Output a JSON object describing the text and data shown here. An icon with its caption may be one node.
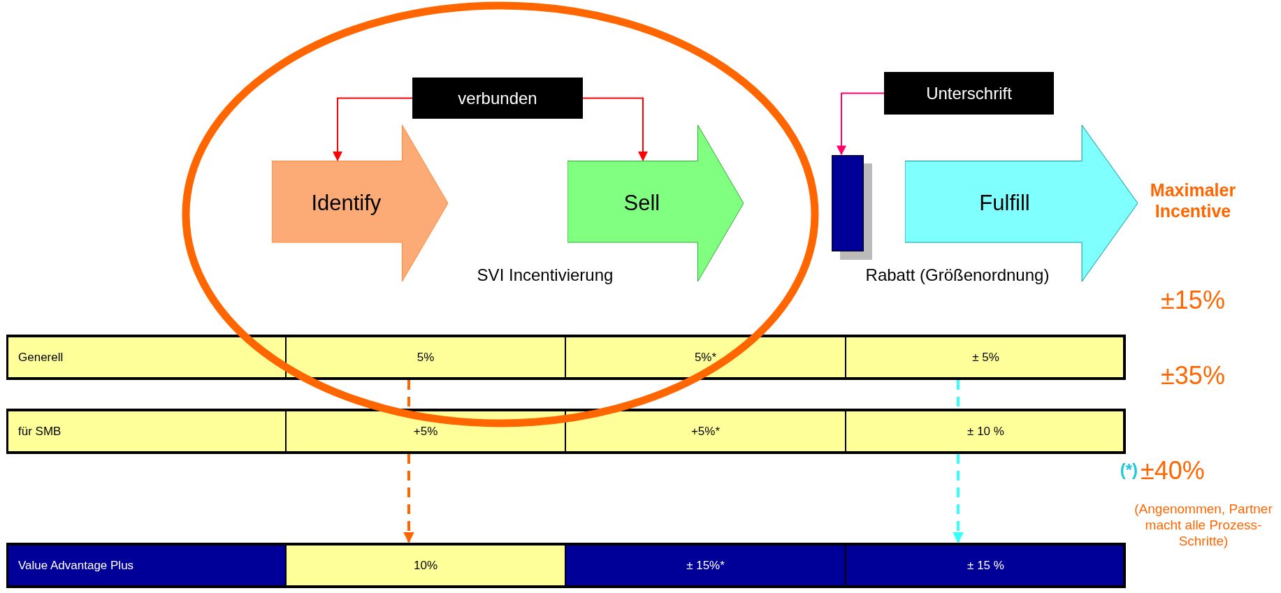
{
  "diagram": {
    "nodes": [
      {
        "text": [
          "verbunden"
        ]
      },
      {
        "text": [
          "Identify"
        ]
      },
      {
        "text": [
          "Sell"
        ]
      },
      {
        "text": [
          "Unterschrift"
        ]
      },
      {
        "text": [],
        "shape": "bar"
      },
      {
        "text": [
          "Fulfill"
        ]
      },
      {
        "text": [
          "Generell"
        ]
      },
      {
        "text": [
          "5%"
        ]
      },
      {
        "text": [
          "5%*"
        ]
      },
      {
        "text": [
          "± 5%"
        ]
      },
      {
        "text": [
          "für SMB"
        ]
      },
      {
        "text": [
          "+5%"
        ]
      },
      {
        "text": [
          "+5%*"
        ]
      },
      {
        "text": [
          "± 10 %"
        ]
      },
      {
        "text": [
          "Value Advantage Plus"
        ]
      },
      {
        "text": [
          "10%"
        ]
      },
      {
        "text": [
          "± 15%*"
        ]
      },
      {
        "text": [
          "± 15 %"
        ]
      }
    ],
    "edges": [
      {
        "from": 0,
        "to": 1,
        "arrow": "to",
        "color": "#ff0000"
      },
      {
        "from": 0,
        "to": 2,
        "arrow": "to",
        "color": "#ff0000"
      },
      {
        "from": 3,
        "to": 4,
        "arrow": "to",
        "color": "#ff0066"
      },
      {
        "from": 7,
        "to": 11,
        "arrow": "none",
        "style": "dashed",
        "color": "#ff6600"
      },
      {
        "from": 11,
        "to": 15,
        "arrow": "to",
        "style": "dashed",
        "color": "#ff6600"
      },
      {
        "from": 9,
        "to": 13,
        "arrow": "none",
        "style": "dashed",
        "color": "#33ffff"
      },
      {
        "from": 13,
        "to": 17,
        "arrow": "to",
        "style": "dashed",
        "color": "#33ffff"
      }
    ],
    "labels": [
      "SVI Incentivierung",
      "Rabatt (Größenordnung)",
      "Maximaler Incentive",
      "±15%",
      "±35%",
      "(*)",
      "±40%",
      "(Angenommen, Partner macht alle Prozess-Schritte)"
    ]
  }
}
